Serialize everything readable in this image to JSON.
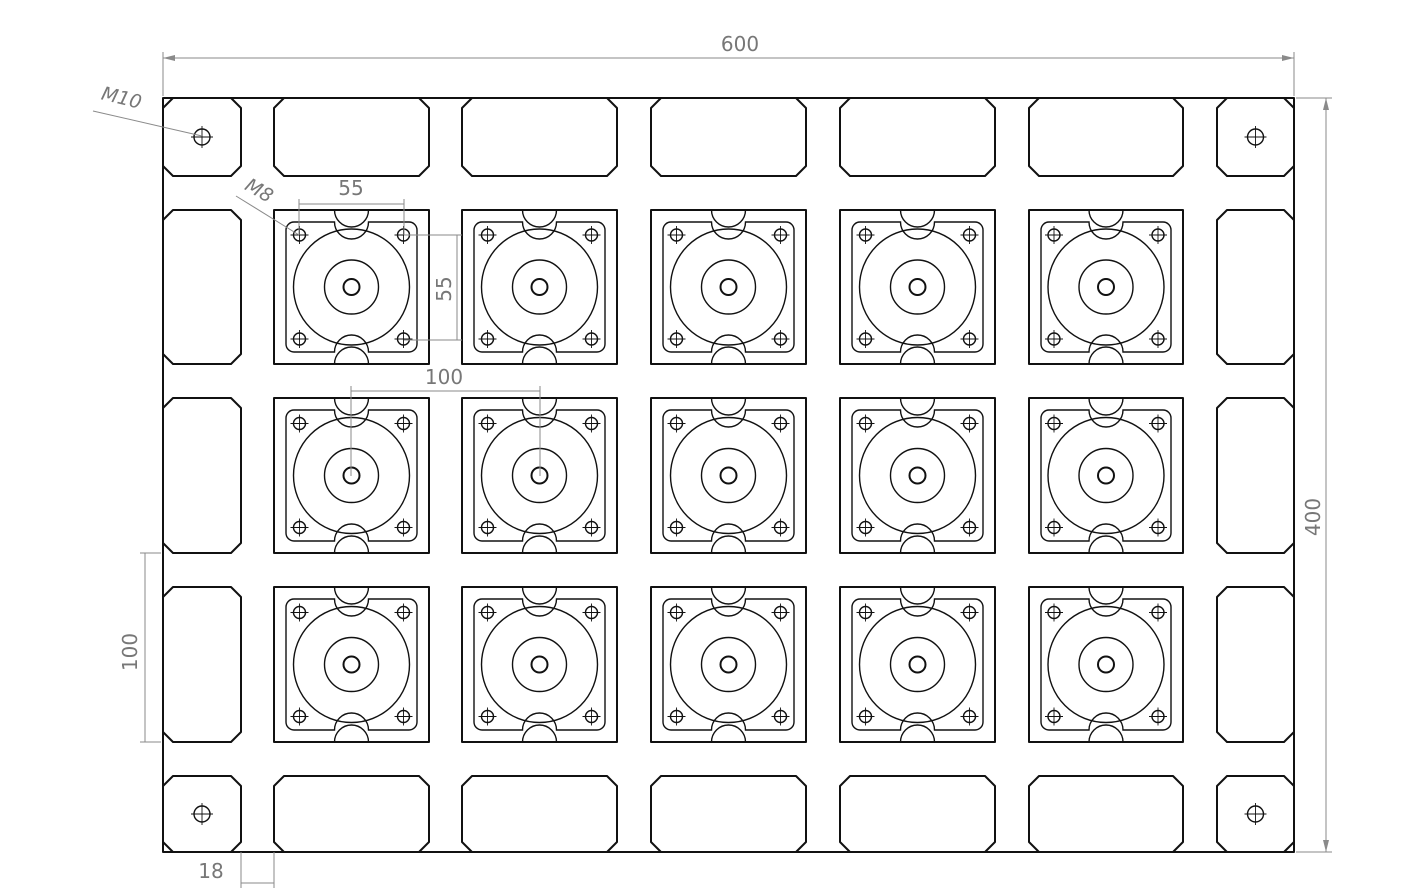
{
  "dimensions": {
    "width": "600",
    "height": "400",
    "pitch_x": "55",
    "pitch_y": "55",
    "spacing": "100",
    "row_height": "100",
    "slot": "18"
  },
  "callouts": {
    "large_thread": "M10",
    "small_thread": "M8"
  }
}
